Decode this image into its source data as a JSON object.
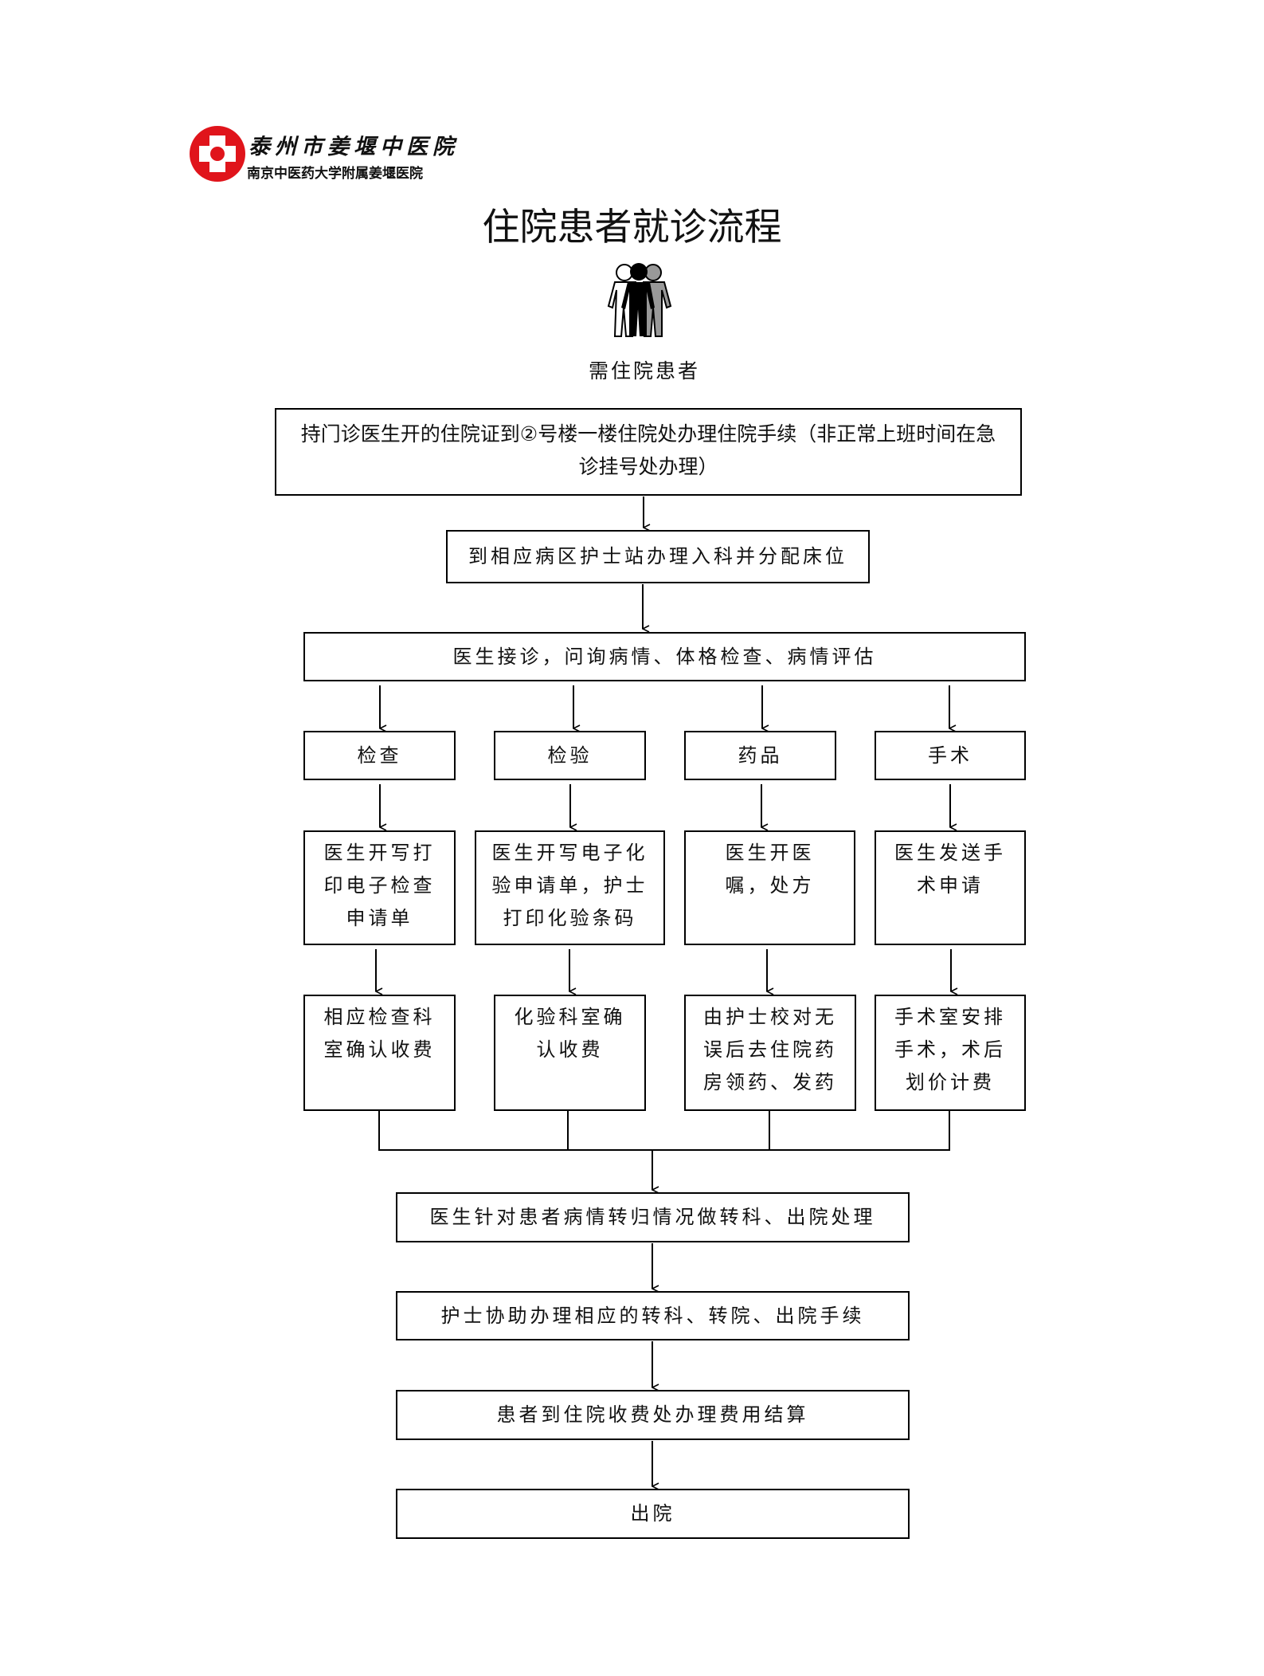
{
  "header": {
    "logo_name": "泰州市姜堰中医院",
    "logo_subtitle": "南京中医药大学附属姜堰医院",
    "title": "住院患者就诊流程",
    "start_label": "需住院患者"
  },
  "flow": {
    "step1": "持门诊医生开的住院证到②号楼一楼住院处办理住院手续（非正常上班时间在急诊挂号处办理）",
    "step2": "到相应病区护士站办理入科并分配床位",
    "step3": "医生接诊，问询病情、体格检查、病情评估",
    "branches": [
      {
        "name": "检查",
        "detail": "医生开写打印电子检查申请单",
        "final": "相应检查科室确认收费"
      },
      {
        "name": "检验",
        "detail": "医生开写电子化验申请单，护士打印化验条码",
        "final": "化验科室确认收费"
      },
      {
        "name": "药品",
        "detail": "医生开医嘱，处方",
        "final": "由护士校对无误后去住院药房领药、发药"
      },
      {
        "name": "手术",
        "detail": "医生发送手术申请",
        "final": "手术室安排手术，术后划价计费"
      }
    ],
    "step4": "医生针对患者病情转归情况做转科、出院处理",
    "step5": "护士协助办理相应的转科、转院、出院手续",
    "step6": "患者到住院收费处办理费用结算",
    "step7": "出院"
  }
}
